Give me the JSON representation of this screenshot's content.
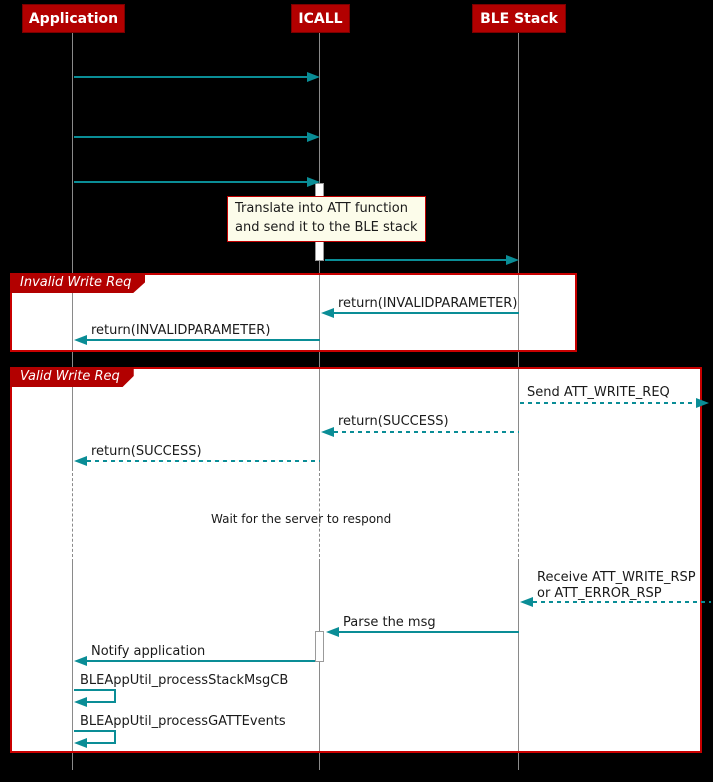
{
  "participants": {
    "application": "Application",
    "icall": "ICALL",
    "ble_stack": "BLE Stack"
  },
  "note": {
    "line1": "Translate into ATT function",
    "line2": "and send it to the BLE stack"
  },
  "groups": {
    "invalid": {
      "title": "Invalid Write Req"
    },
    "valid": {
      "title": "Valid Write Req"
    }
  },
  "messages": {
    "ret_invalid_ble_to_icall": "return(INVALIDPARAMETER)",
    "ret_invalid_icall_to_app": "return(INVALIDPARAMETER)",
    "send_write_req": "Send ATT_WRITE_REQ",
    "ret_success_ble_to_icall": "return(SUCCESS)",
    "ret_success_icall_to_app": "return(SUCCESS)",
    "delay": "Wait for the server to respond",
    "receive_line1": "Receive ATT_WRITE_RSP",
    "receive_line2": "or ATT_ERROR_RSP",
    "parse": "Parse the msg",
    "notify": "Notify application",
    "self_stack_msg_cb": "BLEAppUtil_processStackMsgCB",
    "self_gatt_events": "BLEAppUtil_processGATTEvents"
  },
  "colors": {
    "background": "#000000",
    "participant_red": "#B20000",
    "group_border_red": "#C80000",
    "arrow_teal": "#0A8D96",
    "note_bg": "#FCFCEA",
    "lifeline_gray": "#8A8A8A"
  }
}
